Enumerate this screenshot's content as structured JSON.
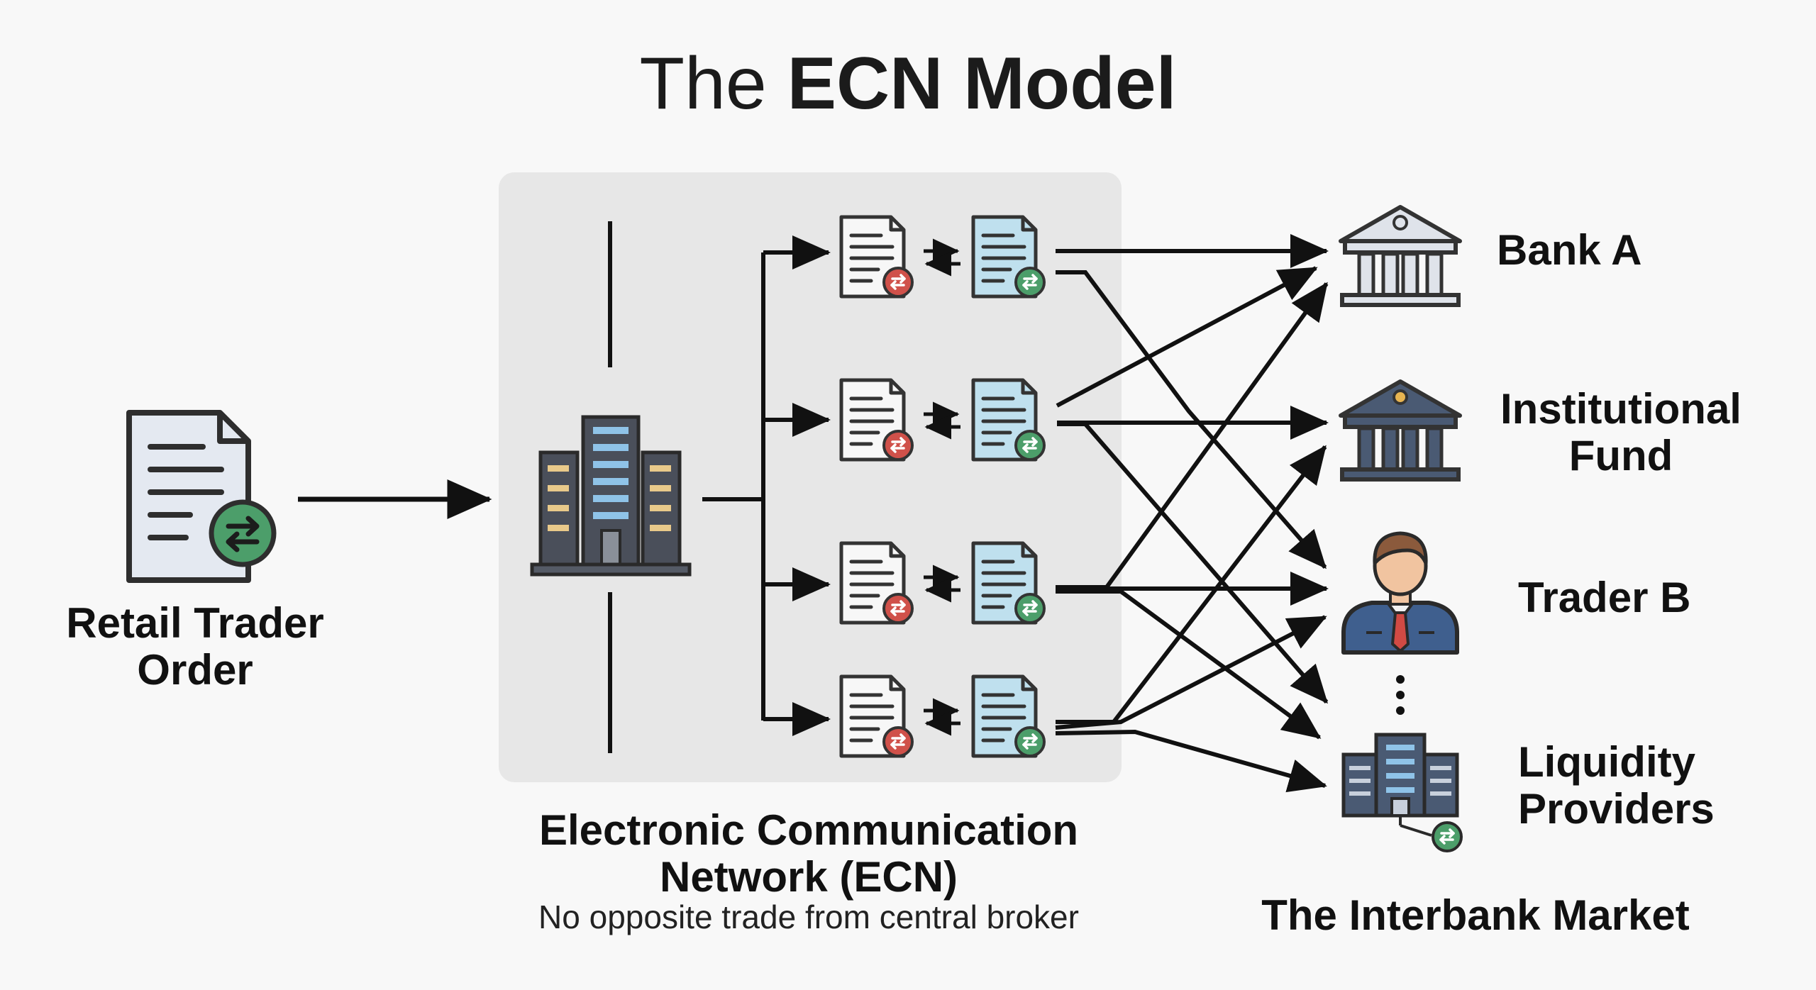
{
  "title": {
    "regular": "The",
    "bold": "ECN Model"
  },
  "retail_trader": {
    "line1": "Retail Trader",
    "line2": "Order"
  },
  "ecn": {
    "line1": "Electronic Communication",
    "line2": "Network (ECN)",
    "subtitle": "No opposite trade from central broker"
  },
  "counterparties": {
    "bank_a": "Bank A",
    "institutional_fund": {
      "line1": "Institutional",
      "line2": "Fund"
    },
    "trader_b": "Trader B",
    "liquidity_providers": {
      "line1": "Liquidity",
      "line2": "Providers"
    }
  },
  "market_label": "The Interbank Market",
  "icons": {
    "order": "document-exchange-icon",
    "ecn_hub": "building-icon",
    "order_pair": "document-pair-exchange-icon",
    "bank": "bank-icon",
    "fund": "institution-icon",
    "trader": "person-icon",
    "liquidity": "building-exchange-icon"
  },
  "colors": {
    "arrow": "#111111",
    "ecn_box": "#e7e7e7",
    "buy_badge": "#4c9e6a",
    "sell_badge": "#d0514a",
    "doc_blue": "#bfe0ee",
    "slate": "#4a5a73"
  }
}
